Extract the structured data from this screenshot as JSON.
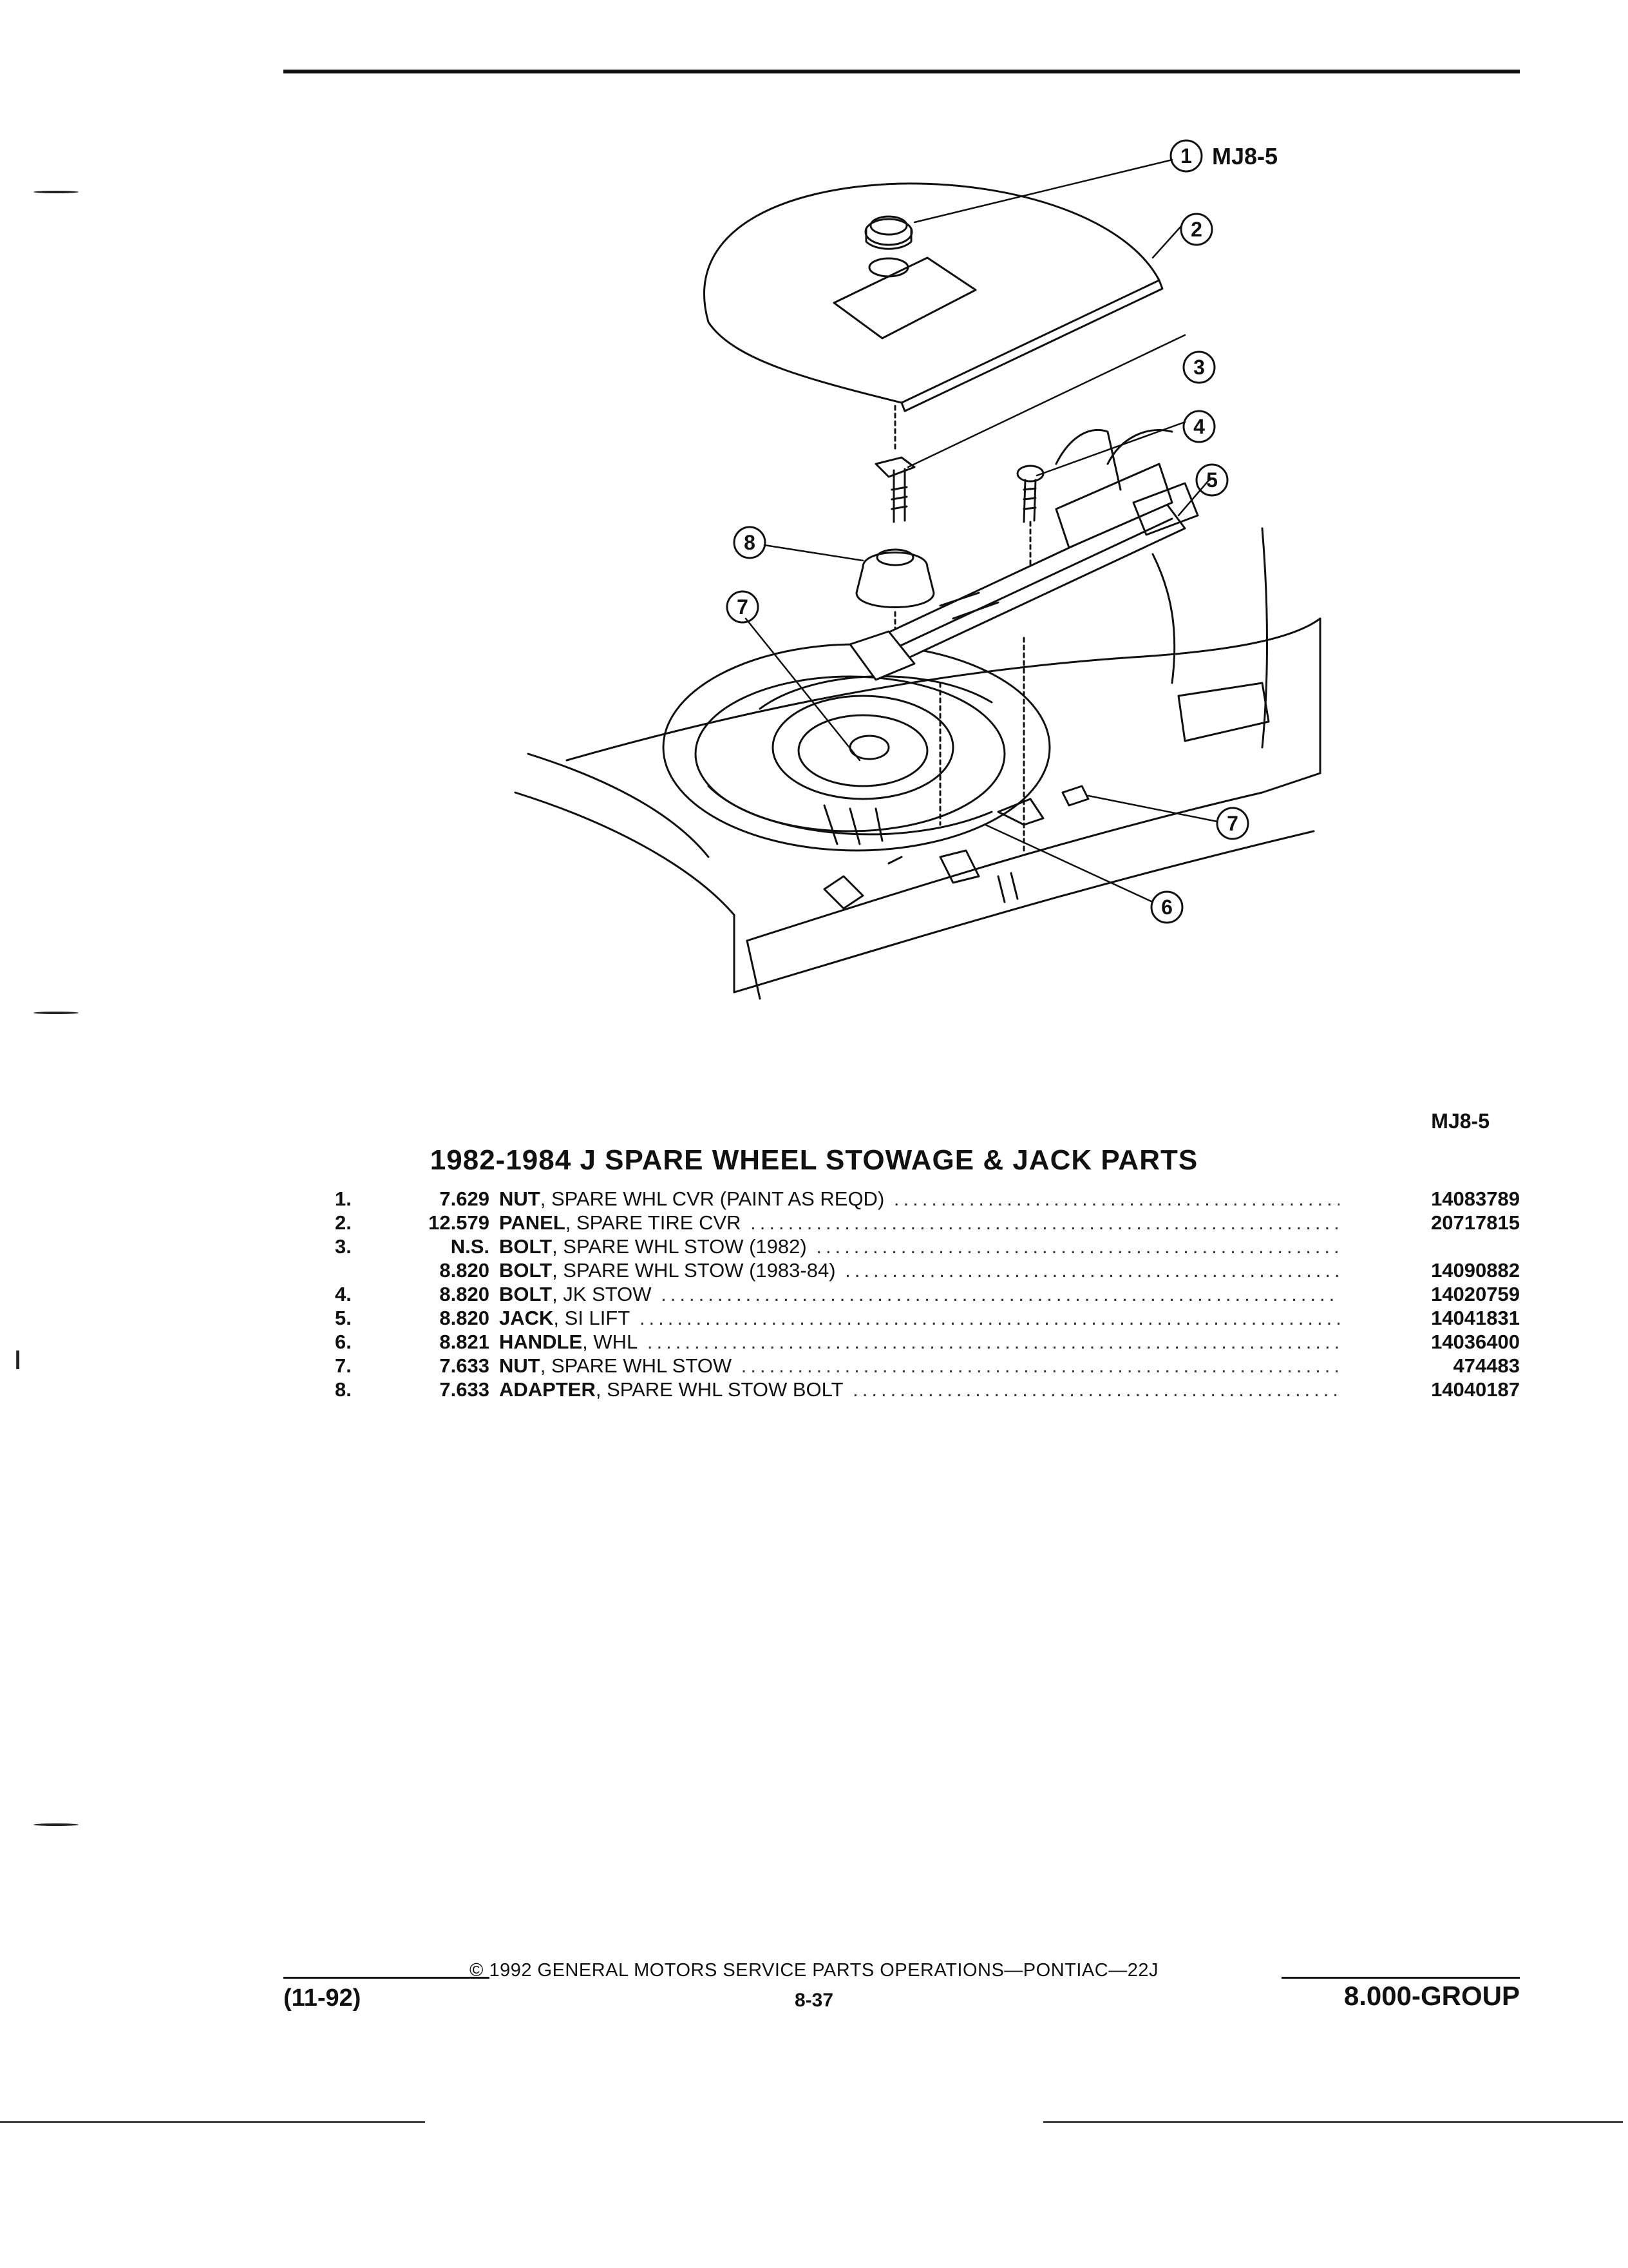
{
  "figure": {
    "code": "MJ8-5",
    "callouts": [
      "1",
      "2",
      "3",
      "4",
      "5",
      "6",
      "7",
      "7",
      "8"
    ]
  },
  "figure_ref": "MJ8-5",
  "title": "1982-1984 J SPARE WHEEL STOWAGE & JACK PARTS",
  "parts": [
    {
      "num": "1.",
      "group": "7.629",
      "name": "NUT",
      "desc": ", SPARE WHL CVR (PAINT AS REQD)",
      "part": "14083789"
    },
    {
      "num": "2.",
      "group": "12.579",
      "name": "PANEL",
      "desc": ", SPARE TIRE CVR",
      "part": "20717815"
    },
    {
      "num": "3.",
      "group": "N.S.",
      "name": "BOLT",
      "desc": ", SPARE WHL STOW (1982)",
      "part": ""
    },
    {
      "num": "",
      "group": "8.820",
      "name": "BOLT",
      "desc": ", SPARE WHL STOW (1983-84)",
      "part": "14090882"
    },
    {
      "num": "4.",
      "group": "8.820",
      "name": "BOLT",
      "desc": ", JK STOW",
      "part": "14020759"
    },
    {
      "num": "5.",
      "group": "8.820",
      "name": "JACK",
      "desc": ", SI LIFT",
      "part": "14041831"
    },
    {
      "num": "6.",
      "group": "8.821",
      "name": "HANDLE",
      "desc": ", WHL",
      "part": "14036400"
    },
    {
      "num": "7.",
      "group": "7.633",
      "name": "NUT",
      "desc": ", SPARE WHL STOW",
      "part": "474483"
    },
    {
      "num": "8.",
      "group": "7.633",
      "name": "ADAPTER",
      "desc": ", SPARE WHL STOW BOLT",
      "part": "14040187"
    }
  ],
  "footer": {
    "credit": "© 1992 GENERAL MOTORS SERVICE PARTS OPERATIONS—PONTIAC—22J",
    "date": "(11-92)",
    "page": "8-37",
    "group": "8.000-GROUP"
  }
}
